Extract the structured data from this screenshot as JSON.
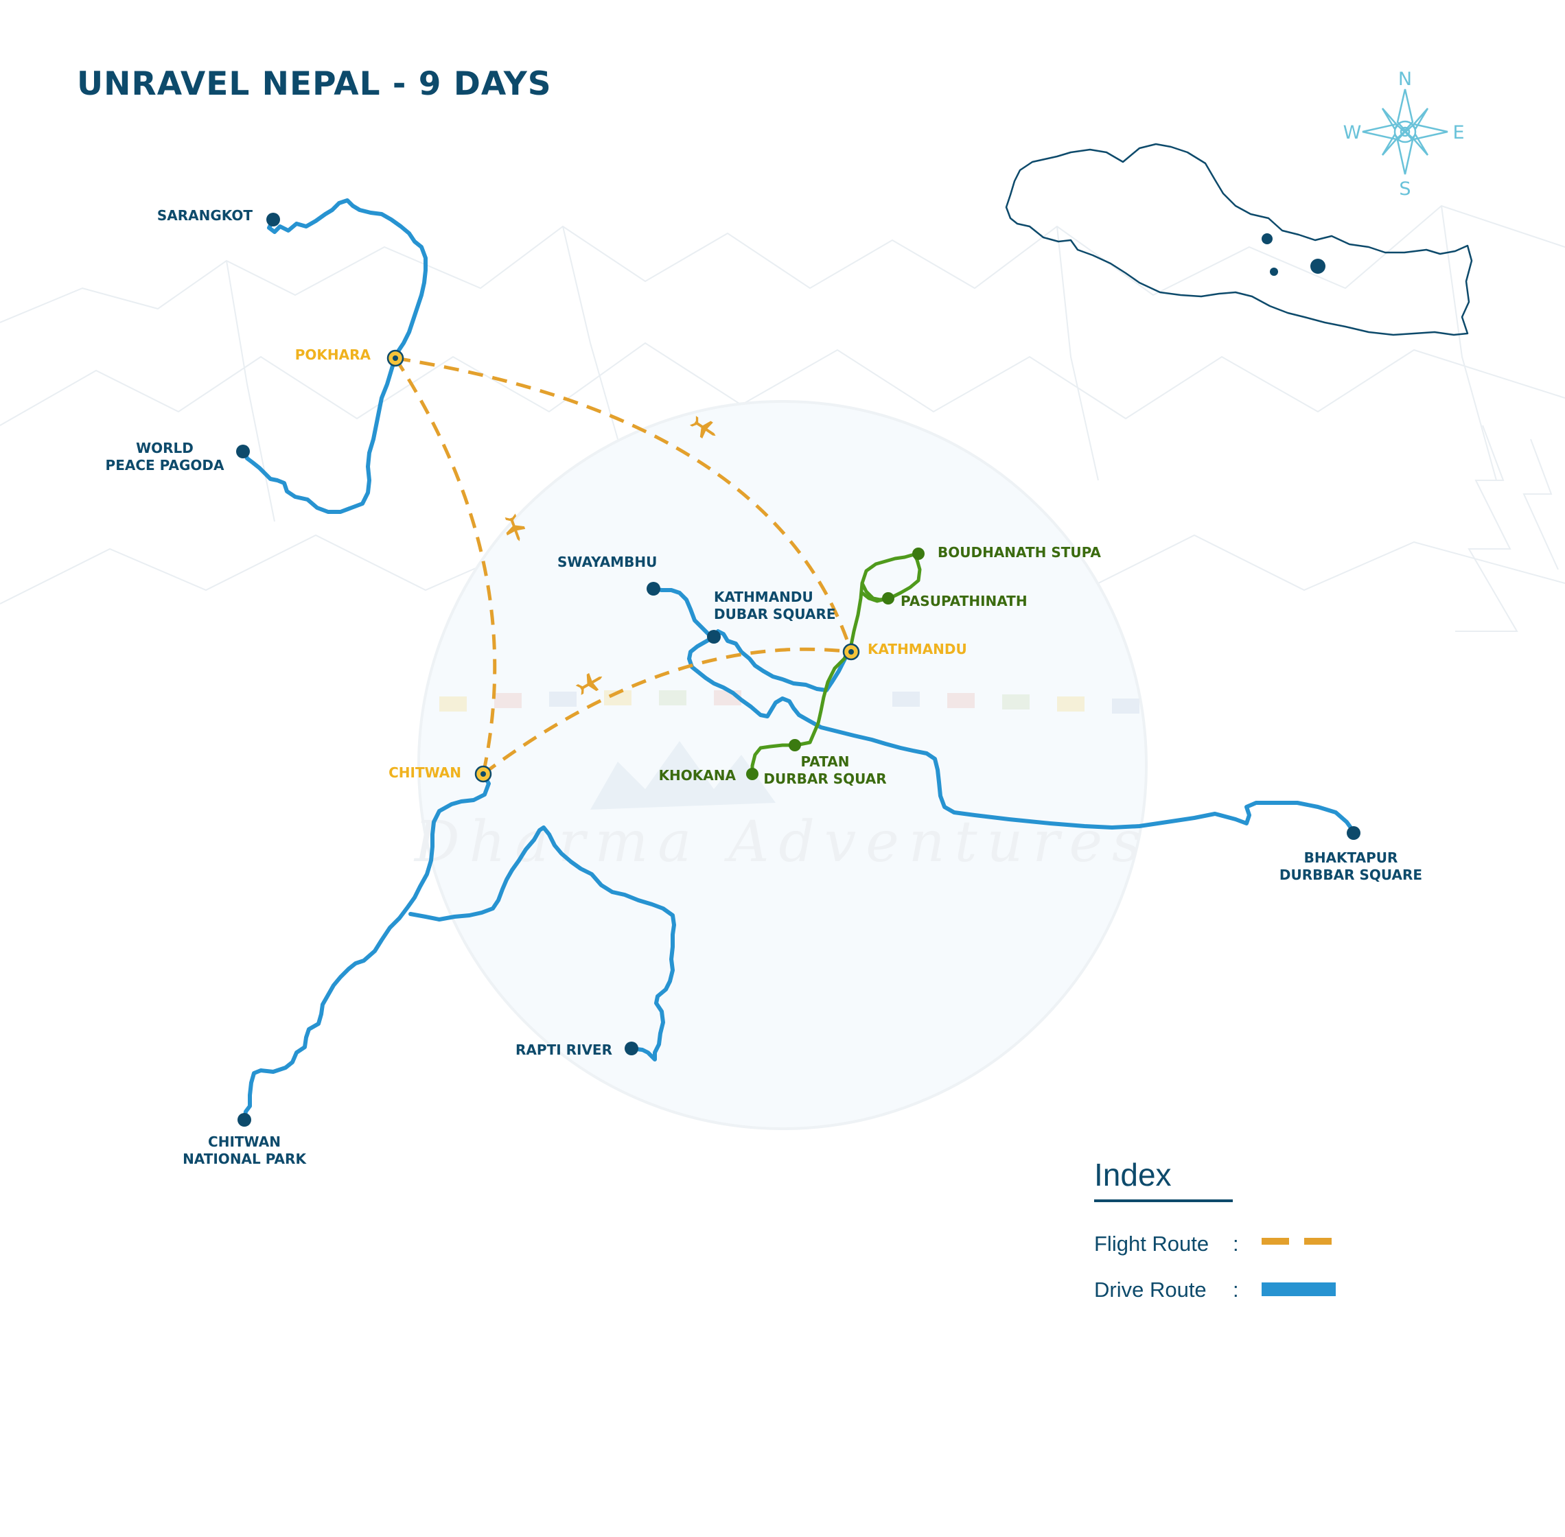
{
  "title": "UNRAVEL NEPAL - 9 DAYS",
  "colors": {
    "title": "#0d4a6b",
    "drive": "#2793d1",
    "flight": "#e3a02c",
    "local": "#4f9a1c",
    "hub_label": "#f0b21e",
    "blue_label": "#0d4a6b",
    "green_label": "#3b6b0f",
    "compass": "#69c2d9"
  },
  "compass": {
    "north": "N",
    "south": "S",
    "east": "E",
    "west": "W"
  },
  "watermark": "Dharma Adventures",
  "hubs": {
    "pokhara": "POKHARA",
    "kathmandu": "KATHMANDU",
    "chitwan": "CHITWAN"
  },
  "places": {
    "sarangkot": "SARANGKOT",
    "peace_pagoda_1": "WORLD",
    "peace_pagoda_2": "PEACE PAGODA",
    "swayambhu": "SWAYAMBHU",
    "ktm_durbar_1": "KATHMANDU",
    "ktm_durbar_2": "DUBAR SQUARE",
    "boudhanath": "BOUDHANATH STUPA",
    "pasupathinath": "PASUPATHINATH",
    "khokana": "KHOKANA",
    "patan_1": "PATAN",
    "patan_2": "DURBAR SQUAR",
    "bhaktapur_1": "BHAKTAPUR",
    "bhaktapur_2": "DURBBAR SQUARE",
    "rapti": "RAPTI RIVER",
    "chitwan_np_1": "CHITWAN",
    "chitwan_np_2": "NATIONAL PARK"
  },
  "legend": {
    "title": "Index",
    "flight_label": "Flight Route",
    "drive_label": "Drive Route",
    "separator": ":"
  }
}
